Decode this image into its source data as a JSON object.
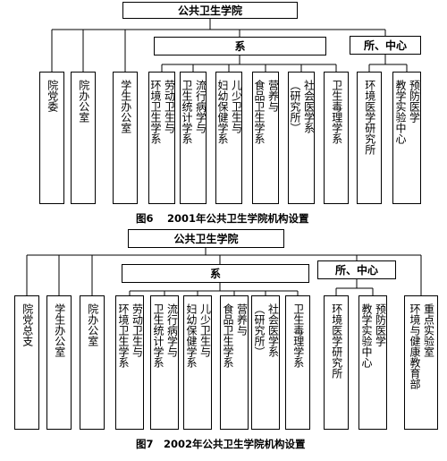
{
  "figure6": {
    "root": "公共卫生学院",
    "departments_label": "系",
    "centers_label": "所、中心",
    "offices": [
      [
        "院党委"
      ],
      [
        "院办公室"
      ],
      [
        "学生办公室"
      ]
    ],
    "departments": [
      [
        "劳动卫生与",
        "环境卫生学系"
      ],
      [
        "流行病学与",
        "卫生统计学系"
      ],
      [
        "儿少卫生与",
        "妇幼保健学系"
      ],
      [
        "营养与",
        "食品卫生学系"
      ],
      [
        "社会医学系",
        "（研究所）"
      ],
      [
        "卫生毒理学系"
      ]
    ],
    "centers": [
      [
        "环境医学研究所"
      ],
      [
        "预防医学",
        "教学实验中心"
      ]
    ],
    "caption": "图6　 2001年公共卫生学院机构设置"
  },
  "figure7": {
    "root": "公共卫生学院",
    "departments_label": "系",
    "centers_label": "所、中心",
    "offices": [
      [
        "院党总支"
      ],
      [
        "学生办公室"
      ],
      [
        "院办公室"
      ]
    ],
    "departments": [
      [
        "劳动卫生与",
        "环境卫生学系"
      ],
      [
        "流行病学与",
        "卫生统计学系"
      ],
      [
        "儿少卫生与",
        "妇幼保健学系"
      ],
      [
        "营养与",
        "食品卫生学系"
      ],
      [
        "社会医学系",
        "（研究所）"
      ],
      [
        "卫生毒理学系"
      ]
    ],
    "centers": [
      [
        "环境医学研究所"
      ],
      [
        "预防医学",
        "教学实验中心"
      ]
    ],
    "extra": [
      "重点实验室",
      "环境与健康教育部"
    ],
    "caption": "图7　2002年公共卫生学院机构设置"
  }
}
